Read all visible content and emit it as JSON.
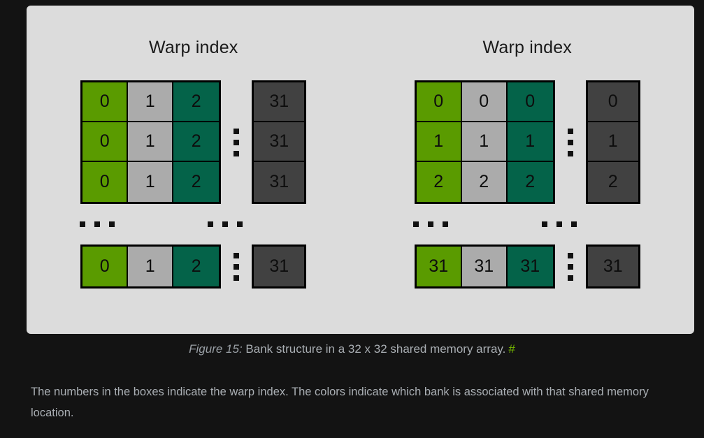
{
  "page": {
    "background": "#131313",
    "panel_background": "#dcdcdc"
  },
  "colors": {
    "bank_green": "#5a9b00",
    "bank_gray": "#ababab",
    "bank_teal": "#046349",
    "bank_dark": "#414141",
    "anchor_green": "#76b900",
    "text_gray": "#a9aeb3"
  },
  "diagrams": [
    {
      "id": "left",
      "title": "Warp index",
      "grid_rows": [
        [
          "0",
          "1",
          "2"
        ],
        [
          "0",
          "1",
          "2"
        ],
        [
          "0",
          "1",
          "2"
        ]
      ],
      "last_row": [
        "0",
        "1",
        "2"
      ],
      "tail_column": [
        "31",
        "31",
        "31"
      ],
      "tail_last": "31"
    },
    {
      "id": "right",
      "title": "Warp index",
      "grid_rows": [
        [
          "0",
          "0",
          "0"
        ],
        [
          "1",
          "1",
          "1"
        ],
        [
          "2",
          "2",
          "2"
        ]
      ],
      "last_row": [
        "31",
        "31",
        "31"
      ],
      "tail_column": [
        "0",
        "1",
        "2"
      ],
      "tail_last": "31"
    }
  ],
  "caption": {
    "label": "Figure 15:",
    "text": "Bank structure in a 32 x 32 shared memory array.",
    "anchor": "#"
  },
  "body": {
    "paragraph": "The numbers in the boxes indicate the warp index. The colors indicate which bank is associated with that shared memory location."
  }
}
